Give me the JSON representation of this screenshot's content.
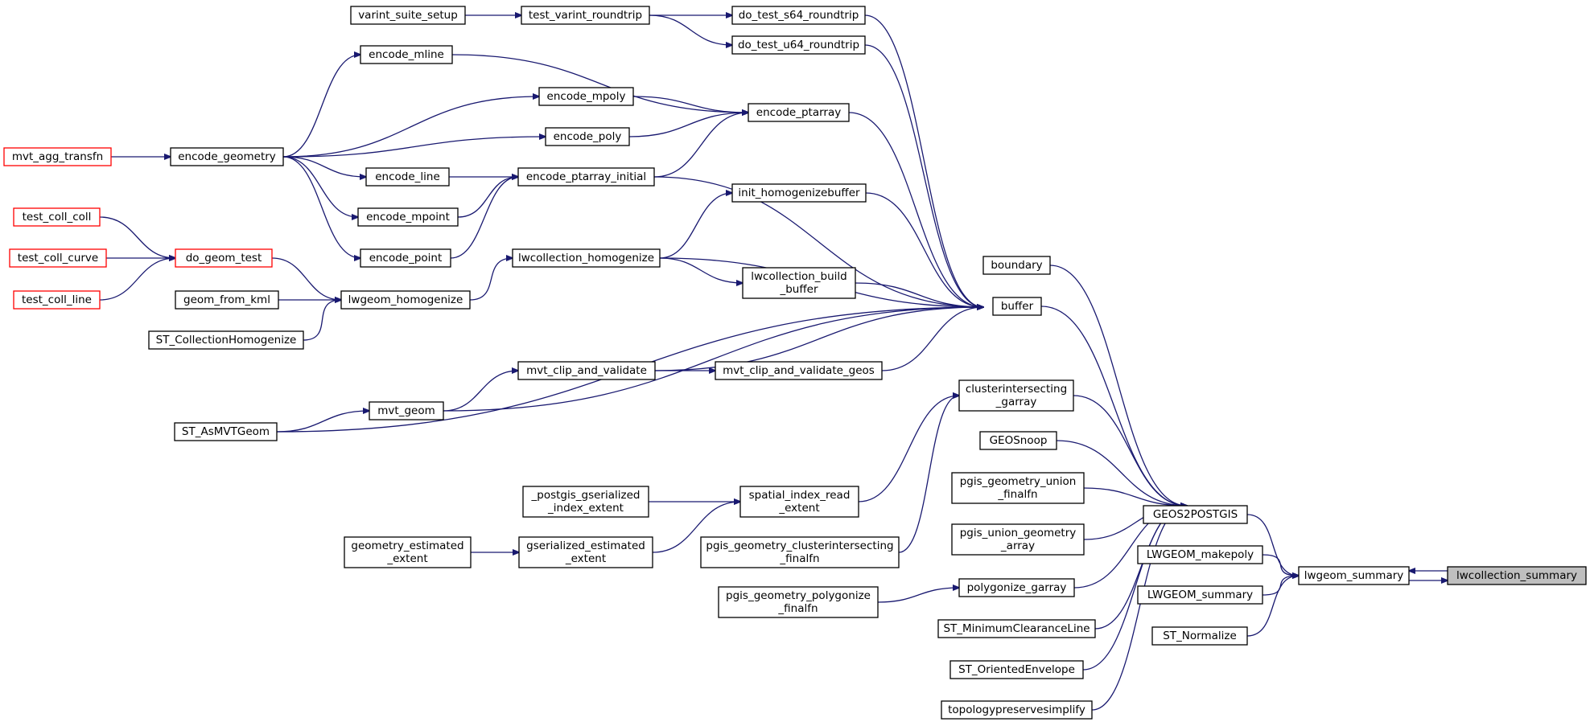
{
  "colors": {
    "edge": "#191970",
    "node_border": "#000000",
    "truncated_border": "#ff0000",
    "focus_fill": "#bfbfbf"
  },
  "nodes": {
    "n1": {
      "lines": [
        "varint_suite_setup"
      ]
    },
    "n2": {
      "lines": [
        "test_varint_roundtrip"
      ]
    },
    "n3": {
      "lines": [
        "do_test_s64_roundtrip"
      ]
    },
    "n4": {
      "lines": [
        "do_test_u64_roundtrip"
      ]
    },
    "n5": {
      "lines": [
        "encode_mline"
      ]
    },
    "n6": {
      "lines": [
        "encode_mpoly"
      ]
    },
    "n7": {
      "lines": [
        "encode_ptarray"
      ]
    },
    "n8": {
      "lines": [
        "encode_poly"
      ]
    },
    "n9": {
      "lines": [
        "mvt_agg_transfn"
      ]
    },
    "n10": {
      "lines": [
        "encode_geometry"
      ]
    },
    "n11": {
      "lines": [
        "encode_line"
      ]
    },
    "n12": {
      "lines": [
        "encode_ptarray_initial"
      ]
    },
    "n13": {
      "lines": [
        "init_homogenizebuffer"
      ]
    },
    "n14": {
      "lines": [
        "test_coll_coll"
      ]
    },
    "n15": {
      "lines": [
        "encode_mpoint"
      ]
    },
    "n16": {
      "lines": [
        "do_geom_test"
      ]
    },
    "n17": {
      "lines": [
        "test_coll_curve"
      ]
    },
    "n18": {
      "lines": [
        "encode_point"
      ]
    },
    "n19": {
      "lines": [
        "lwcollection_homogenize"
      ]
    },
    "n20": {
      "lines": [
        "boundary"
      ]
    },
    "n21": {
      "lines": [
        "lwcollection_build",
        "_buffer"
      ]
    },
    "n22": {
      "lines": [
        "test_coll_line"
      ]
    },
    "n23": {
      "lines": [
        "geom_from_kml"
      ]
    },
    "n24": {
      "lines": [
        "lwgeom_homogenize"
      ]
    },
    "n25": {
      "lines": [
        "buffer"
      ]
    },
    "n26": {
      "lines": [
        "ST_CollectionHomogenize"
      ]
    },
    "n27": {
      "lines": [
        "mvt_clip_and_validate"
      ]
    },
    "n28": {
      "lines": [
        "mvt_clip_and_validate_geos"
      ]
    },
    "n29": {
      "lines": [
        "clusterintersecting",
        "_garray"
      ]
    },
    "n30": {
      "lines": [
        "mvt_geom"
      ]
    },
    "n31": {
      "lines": [
        "ST_AsMVTGeom"
      ]
    },
    "n32": {
      "lines": [
        "GEOSnoop"
      ]
    },
    "n33": {
      "lines": [
        "pgis_geometry_union",
        "_finalfn"
      ]
    },
    "n34": {
      "lines": [
        "_postgis_gserialized",
        "_index_extent"
      ]
    },
    "n35": {
      "lines": [
        "spatial_index_read",
        "_extent"
      ]
    },
    "n36": {
      "lines": [
        "GEOS2POSTGIS"
      ]
    },
    "n37": {
      "lines": [
        "geometry_estimated",
        "_extent"
      ]
    },
    "n38": {
      "lines": [
        "gserialized_estimated",
        "_extent"
      ]
    },
    "n39": {
      "lines": [
        "pgis_geometry_clusterintersecting",
        "_finalfn"
      ]
    },
    "n40": {
      "lines": [
        "pgis_union_geometry",
        "_array"
      ]
    },
    "n41": {
      "lines": [
        "LWGEOM_makepoly"
      ]
    },
    "n42": {
      "lines": [
        "lwgeom_summary"
      ]
    },
    "n43": {
      "lines": [
        "lwcollection_summary"
      ]
    },
    "n44": {
      "lines": [
        "polygonize_garray"
      ]
    },
    "n45": {
      "lines": [
        "LWGEOM_summary"
      ]
    },
    "n46": {
      "lines": [
        "pgis_geometry_polygonize",
        "_finalfn"
      ]
    },
    "n47": {
      "lines": [
        "ST_Normalize"
      ]
    },
    "n48": {
      "lines": [
        "ST_MinimumClearanceLine"
      ]
    },
    "n49": {
      "lines": [
        "ST_OrientedEnvelope"
      ]
    },
    "n50": {
      "lines": [
        "topologypreservesimplify"
      ]
    }
  },
  "edges": [
    [
      "n1",
      "n2"
    ],
    [
      "n2",
      "n3"
    ],
    [
      "n2",
      "n4"
    ],
    [
      "n10",
      "n5"
    ],
    [
      "n10",
      "n6"
    ],
    [
      "n10",
      "n8"
    ],
    [
      "n10",
      "n11"
    ],
    [
      "n10",
      "n15"
    ],
    [
      "n10",
      "n18"
    ],
    [
      "n9",
      "n10"
    ],
    [
      "n5",
      "n7"
    ],
    [
      "n6",
      "n7"
    ],
    [
      "n8",
      "n7"
    ],
    [
      "n12",
      "n7"
    ],
    [
      "n11",
      "n12"
    ],
    [
      "n15",
      "n12"
    ],
    [
      "n18",
      "n12"
    ],
    [
      "n14",
      "n16"
    ],
    [
      "n17",
      "n16"
    ],
    [
      "n22",
      "n16"
    ],
    [
      "n16",
      "n24"
    ],
    [
      "n23",
      "n24"
    ],
    [
      "n26",
      "n24"
    ],
    [
      "n24",
      "n19"
    ],
    [
      "n19",
      "n13"
    ],
    [
      "n19",
      "n21"
    ],
    [
      "n3",
      "n25"
    ],
    [
      "n4",
      "n25"
    ],
    [
      "n7",
      "n25"
    ],
    [
      "n12",
      "n25"
    ],
    [
      "n13",
      "n25"
    ],
    [
      "n19",
      "n25"
    ],
    [
      "n21",
      "n25"
    ],
    [
      "n27",
      "n25"
    ],
    [
      "n28",
      "n25"
    ],
    [
      "n30",
      "n25"
    ],
    [
      "n31",
      "n25"
    ],
    [
      "n31",
      "n30"
    ],
    [
      "n30",
      "n27"
    ],
    [
      "n27",
      "n28"
    ],
    [
      "n34",
      "n35"
    ],
    [
      "n37",
      "n38"
    ],
    [
      "n38",
      "n35"
    ],
    [
      "n35",
      "n29"
    ],
    [
      "n39",
      "n29"
    ],
    [
      "n46",
      "n44"
    ],
    [
      "n20",
      "n36"
    ],
    [
      "n25",
      "n36"
    ],
    [
      "n29",
      "n36"
    ],
    [
      "n32",
      "n36"
    ],
    [
      "n33",
      "n36"
    ],
    [
      "n40",
      "n36"
    ],
    [
      "n44",
      "n36"
    ],
    [
      "n48",
      "n36"
    ],
    [
      "n49",
      "n36"
    ],
    [
      "n50",
      "n36"
    ],
    [
      "n36",
      "n42"
    ],
    [
      "n41",
      "n42"
    ],
    [
      "n45",
      "n42"
    ],
    [
      "n47",
      "n42"
    ],
    [
      "n43",
      "n42"
    ],
    [
      "n42",
      "n43"
    ]
  ]
}
